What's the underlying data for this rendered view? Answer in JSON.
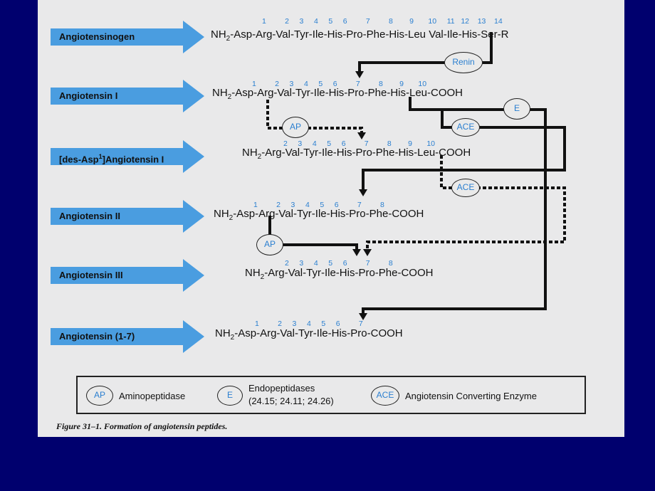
{
  "rows": [
    {
      "label": "Angiotensinogen",
      "seq_html": "NH<sub>2</sub>-Asp-Arg-Val-Tyr-Ile-His-Pro-Phe-His-Leu",
      "seq_tail": "Val-Ile-His-Ser-R",
      "numbers": "1         2     3     4     5     6         7         8        9       10     11   12    13    14"
    },
    {
      "label": "Angiotensin I",
      "seq": "NH2-Asp-Arg-Val-Tyr-Ile-His-Pro-Phe-His-Leu-COOH",
      "numbers": "1         2     3     4     5     6         7         8        9       10"
    },
    {
      "label_pre": "[des-Asp",
      "label_sup": "1",
      "label_post": "]Angiotensin I",
      "seq": "NH2-Arg-Val-Tyr-Ile-His-Pro-Phe-His-Leu-COOH",
      "numbers": "2     3     4     5     6         7         8        9       10"
    },
    {
      "label": "Angiotensin II",
      "seq": "NH2-Asp-Arg-Val-Tyr-Ile-His-Pro-Phe-COOH",
      "numbers": "1         2     3     4     5     6         7         8"
    },
    {
      "label": "Angiotensin III",
      "seq": "NH2-Arg-Val-Tyr-Ile-His-Pro-Phe-COOH",
      "numbers": "2     3     4     5     6         7         8"
    },
    {
      "label": "Angiotensin (1-7)",
      "seq": "NH2-Asp-Arg-Val-Tyr-Ile-His-Pro-COOH",
      "numbers": "1         2     3     4     5     6         7"
    }
  ],
  "enzymes": {
    "renin": "Renin",
    "ap": "AP",
    "e": "E",
    "ace": "ACE"
  },
  "legend": {
    "ap_label": "Aminopeptidase",
    "e_label_1": "Endopeptidases",
    "e_label_2": "(24.15; 24.11; 24.26)",
    "ace_label": "Angiotensin Converting Enzyme"
  },
  "caption": "Figure 31–1. Formation of angiotensin peptides.",
  "colors": {
    "background": "#00006e",
    "arrow": "#4a9de0",
    "number": "#2a7fd0",
    "paper": "#e9e9ea"
  }
}
